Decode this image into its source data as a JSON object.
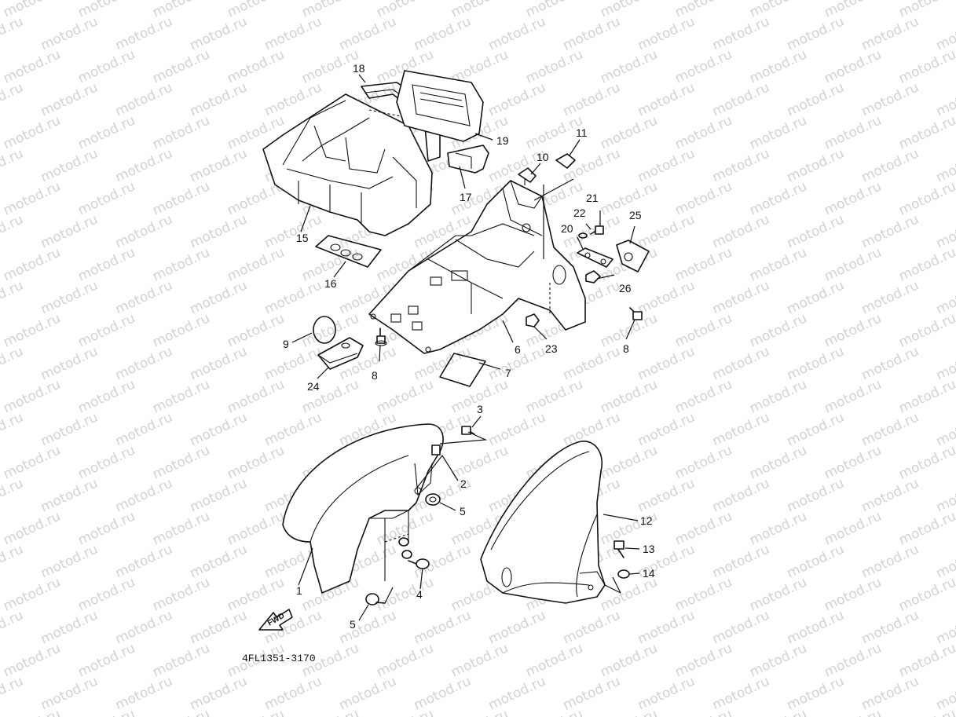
{
  "watermark": "motod.ru",
  "diagram_code": "4FL1351-3170",
  "fwd_label": "FWD",
  "callouts": {
    "c1": "1",
    "c2": "2",
    "c3": "3",
    "c4": "4",
    "c5a": "5",
    "c5b": "5",
    "c6": "6",
    "c7": "7",
    "c8a": "8",
    "c8b": "8",
    "c9": "9",
    "c10": "10",
    "c11": "11",
    "c12": "12",
    "c13": "13",
    "c14": "14",
    "c15": "15",
    "c16": "16",
    "c17": "17",
    "c18": "18",
    "c19": "19",
    "c20": "20",
    "c21": "21",
    "c22": "22",
    "c23": "23",
    "c24": "24",
    "c25": "25",
    "c26": "26"
  }
}
